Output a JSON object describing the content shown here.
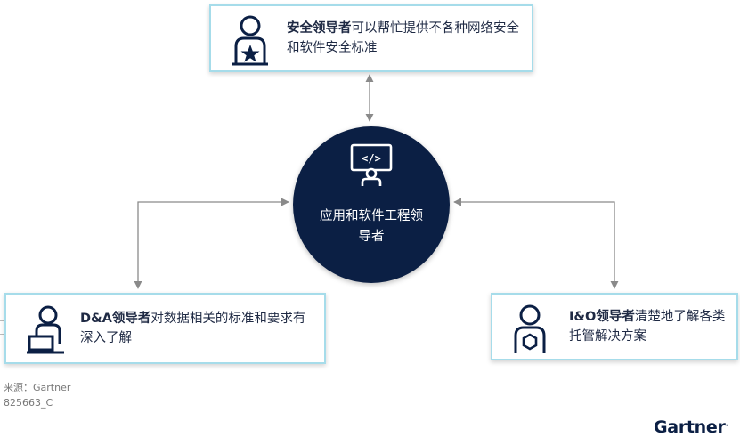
{
  "top_card": {
    "title": "安全领导者",
    "text": "可以帮忙提供不各种网络安全和软件安全标准",
    "icon": "security-leader-icon"
  },
  "left_card": {
    "title": "D&A领导者",
    "text": "对数据相关的标准和要求有深入了解",
    "icon": "data-analytics-leader-icon"
  },
  "right_card": {
    "title": "I&O领导者",
    "text": "清楚地了解各类托管解决方案",
    "icon": "infrastructure-operations-leader-icon"
  },
  "center": {
    "label": "应用和软件工程领导者",
    "icon": "software-engineer-icon"
  },
  "footer": {
    "source": "来源：Gartner",
    "doc_id": "825663_C"
  },
  "brand": {
    "name": "Gartner"
  },
  "colors": {
    "navy": "#0b1f44",
    "card_border": "#a6dcea",
    "connector": "#8a8a8a"
  }
}
